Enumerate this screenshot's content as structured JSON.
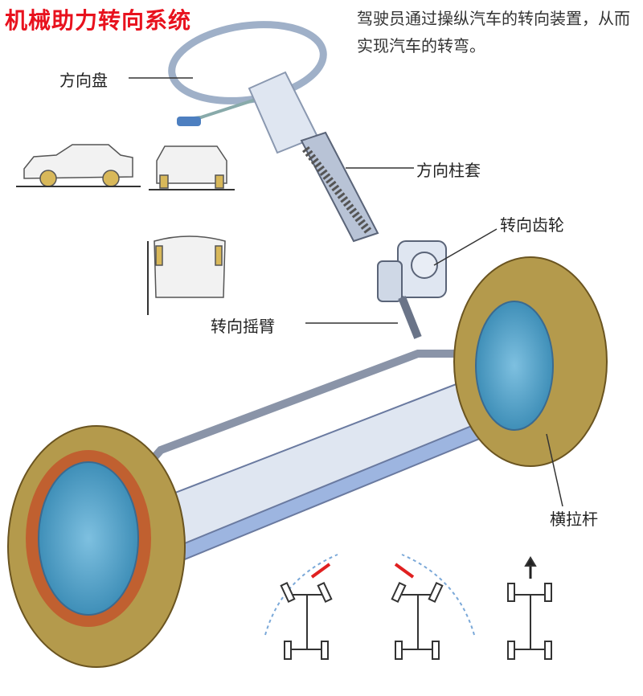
{
  "title": "机械助力转向系统",
  "description": "驾驶员通过操纵汽车的转向装置，从而实现汽车的转弯。",
  "labels": {
    "steering_wheel": "方向盘",
    "column_sleeve": "方向柱套",
    "steering_gear": "转向齿轮",
    "pitman_arm": "转向摇臂",
    "tie_rod": "横拉杆"
  },
  "colors": {
    "title": "#e8121e",
    "tire": "#b49a4c",
    "tire_dark": "#8a7232",
    "hub_blue": "#4f9fc6",
    "frame": "#dfe6f1",
    "frame_shadow": "#9db5e0",
    "arrow_red": "#e02020"
  }
}
